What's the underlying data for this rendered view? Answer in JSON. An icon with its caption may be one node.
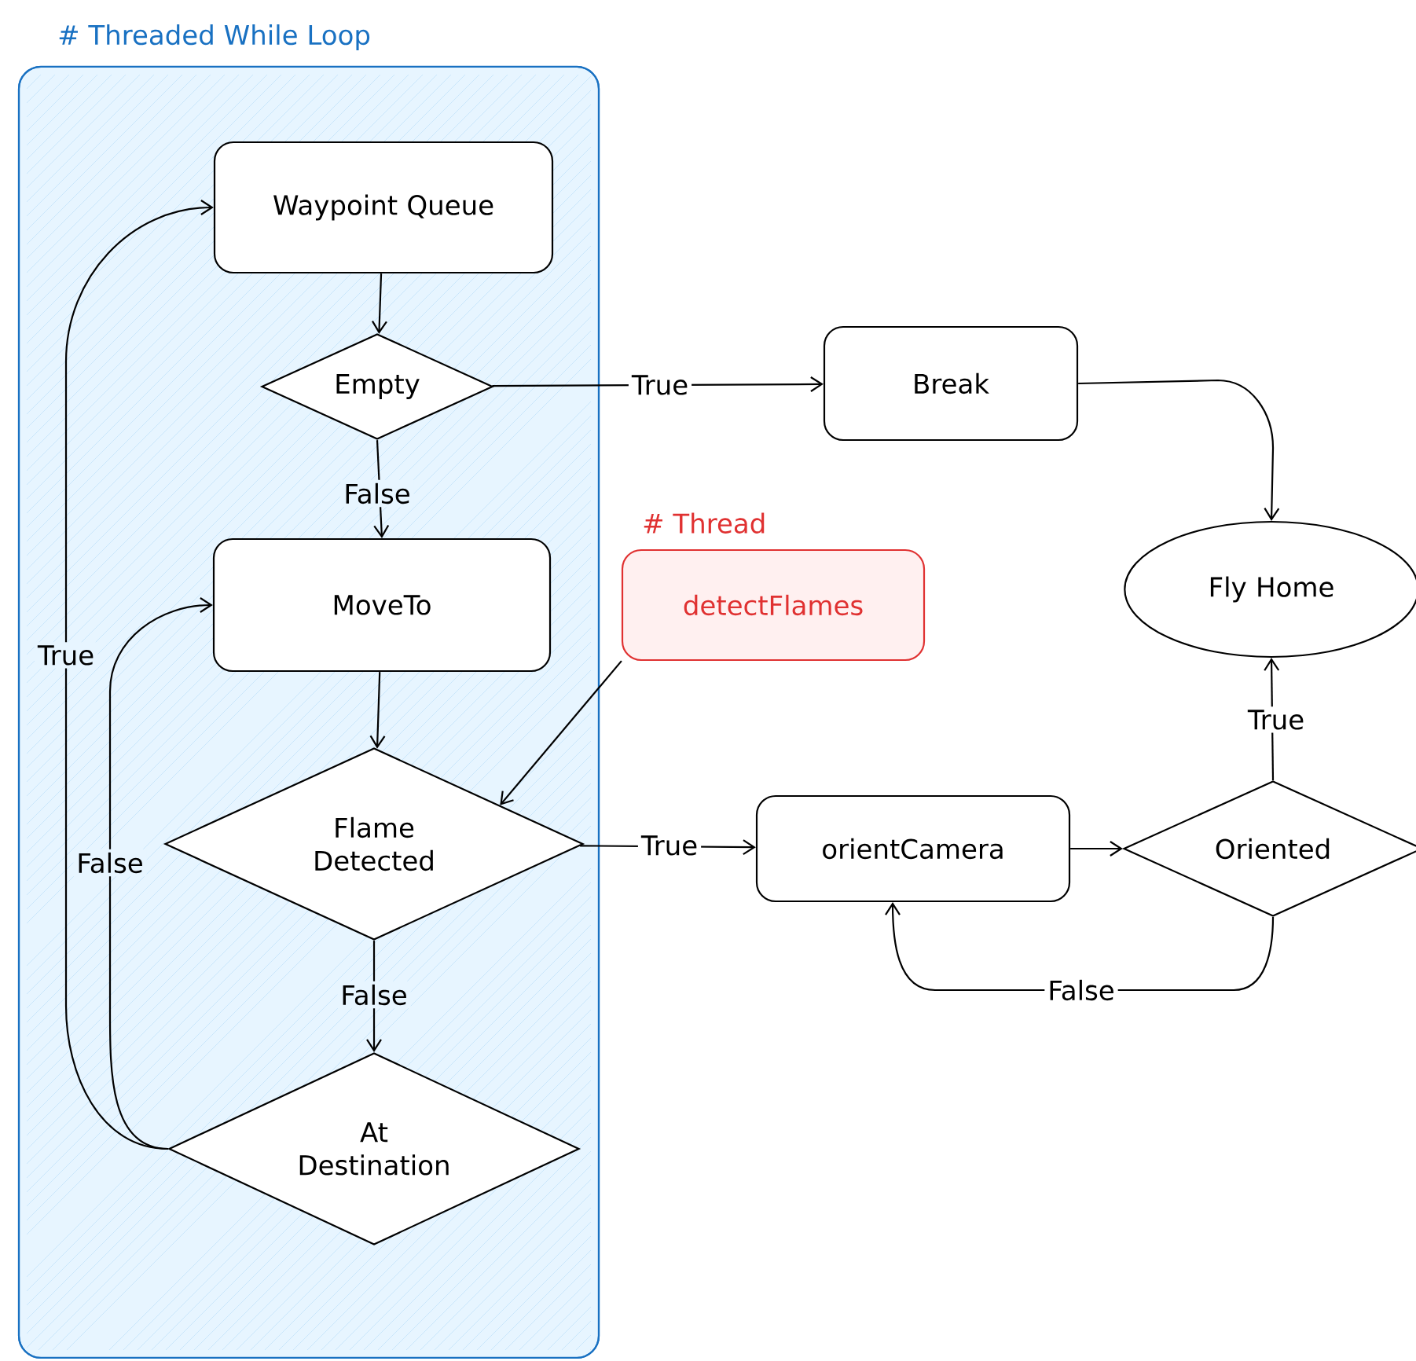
{
  "diagram": {
    "nodes": [
      {
        "text": [
          "# Threaded While Loop"
        ]
      },
      {
        "text": [
          "Waypoint Queue"
        ],
        "in": 0
      },
      {
        "text": [
          "Empty"
        ],
        "in": 0
      },
      {
        "text": [
          "MoveTo"
        ],
        "in": 0
      },
      {
        "text": [
          "Flame Detected"
        ],
        "in": 0
      },
      {
        "text": [
          "At Destination"
        ],
        "in": 0
      },
      {
        "text": [
          "Break"
        ]
      },
      {
        "text": [
          "Fly Home"
        ]
      },
      {
        "text": [
          "# Thread",
          "detectFlames"
        ]
      },
      {
        "text": [
          "orientCamera"
        ]
      },
      {
        "text": [
          "Oriented"
        ]
      }
    ],
    "edges": [
      {
        "from": 1,
        "to": 2,
        "arrow": "to"
      },
      {
        "from": 2,
        "to": 6,
        "arrow": "to",
        "label": "True"
      },
      {
        "from": 2,
        "to": 3,
        "arrow": "to",
        "label": "False"
      },
      {
        "from": 3,
        "to": 4,
        "arrow": "to"
      },
      {
        "from": 8,
        "to": 4,
        "arrow": "to"
      },
      {
        "from": 4,
        "to": 9,
        "arrow": "to",
        "label": "True"
      },
      {
        "from": 4,
        "to": 5,
        "arrow": "to",
        "label": "False"
      },
      {
        "from": 5,
        "to": 1,
        "arrow": "to",
        "label": "True"
      },
      {
        "from": 5,
        "to": 3,
        "arrow": "to",
        "label": "False"
      },
      {
        "from": 6,
        "to": 7,
        "arrow": "to"
      },
      {
        "from": 9,
        "to": 10,
        "arrow": "to"
      },
      {
        "from": 10,
        "to": 7,
        "arrow": "to",
        "label": "True"
      },
      {
        "from": 10,
        "to": 9,
        "arrow": "to",
        "label": "False"
      }
    ]
  }
}
